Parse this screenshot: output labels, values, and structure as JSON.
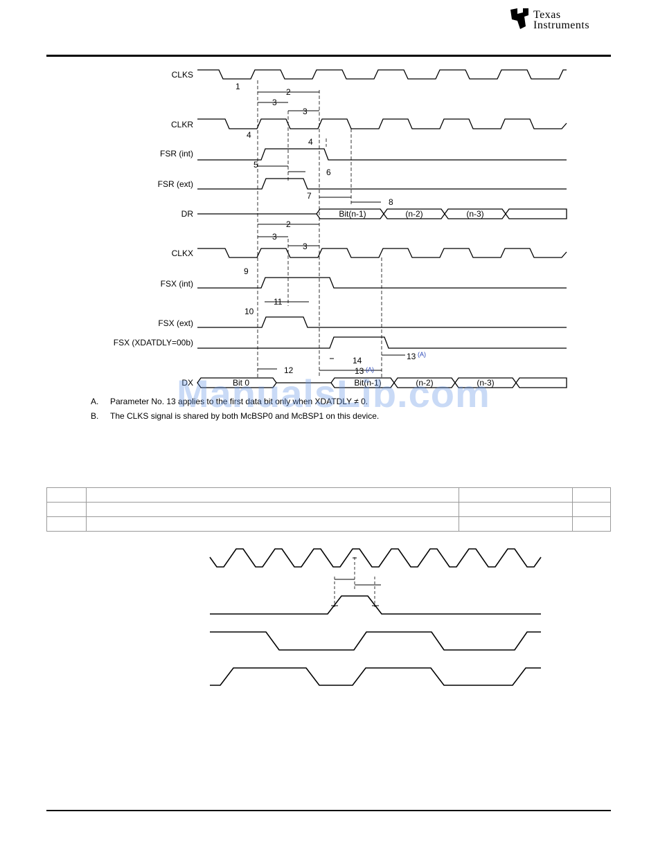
{
  "header": {
    "brand_line1": "Texas",
    "brand_line2": "Instruments",
    "logo_icon": "ti-logo-icon"
  },
  "diagram1": {
    "signals": {
      "clks": "CLKS",
      "clkr": "CLKR",
      "fsr_int": "FSR (int)",
      "fsr_ext": "FSR (ext)",
      "dr": "DR",
      "clkx": "CLKX",
      "fsx_int": "FSX (int)",
      "fsx_ext": "FSX (ext)",
      "fsx_xdatdly": "FSX (XDATDLY=00b)",
      "dx": "DX"
    },
    "params": {
      "p1": "1",
      "p2a": "2",
      "p3a": "3",
      "p3b": "3",
      "p4a": "4",
      "p4b": "4",
      "p5": "5",
      "p6": "6",
      "p7": "7",
      "p8": "8",
      "p2b": "2",
      "p3c": "3",
      "p3d": "3",
      "p9": "9",
      "p10": "10",
      "p11": "11",
      "p12": "12",
      "p13a": "13",
      "p13b": "13",
      "p14": "14",
      "sup_a": "(A)",
      "sup_b": "(A)"
    },
    "dr_bits": [
      "Bit(n-1)",
      "(n-2)",
      "(n-3)"
    ],
    "dx_bits": [
      "Bit 0",
      "Bit(n-1)",
      "(n-2)",
      "(n-3)"
    ]
  },
  "notes": [
    {
      "letter": "A.",
      "text": "Parameter No. 13 applies to the first data bit only when XDATDLY ≠ 0."
    },
    {
      "letter": "B.",
      "text": "The CLKS signal is shared by both McBSP0 and McBSP1 on this device."
    }
  ],
  "watermark": "ManualsLib.com"
}
